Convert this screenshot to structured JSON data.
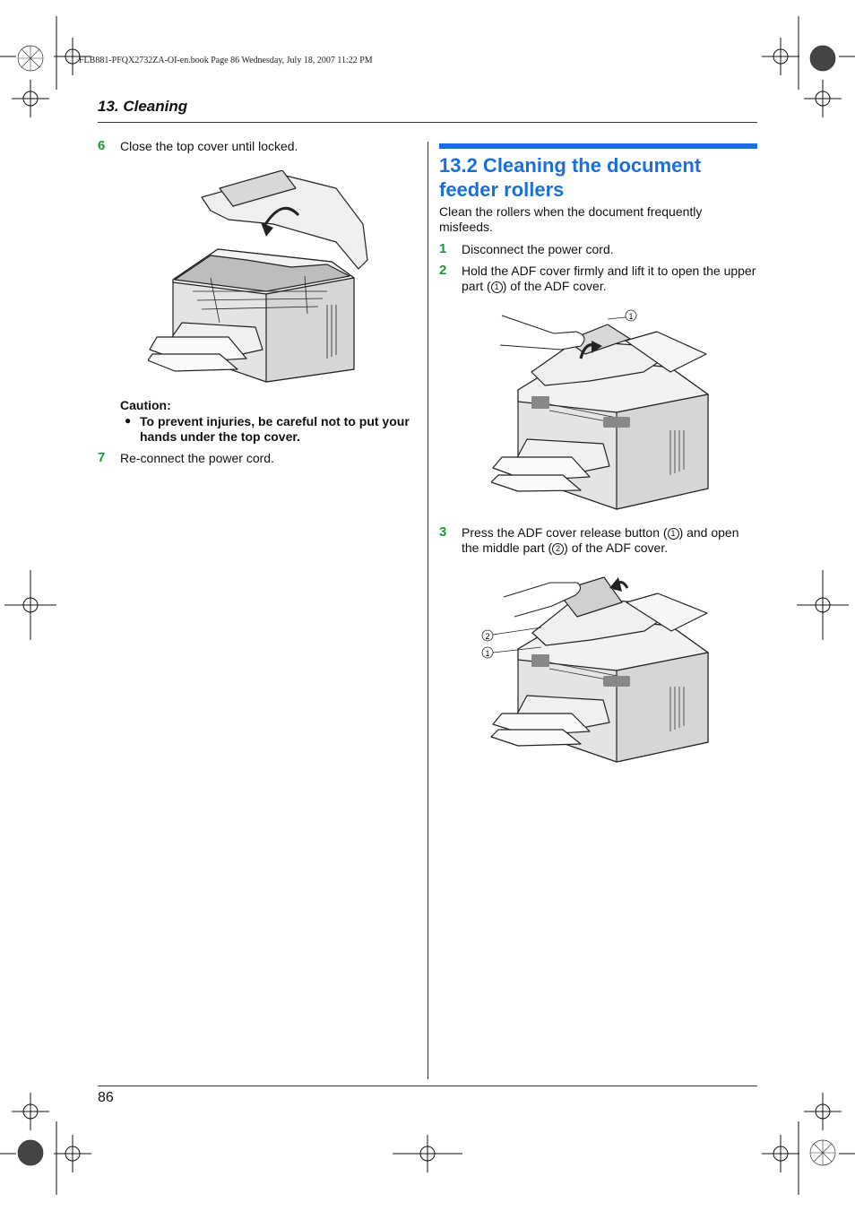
{
  "file_header": "FLB881-PFQX2732ZA-OI-en.book  Page 86  Wednesday, July 18, 2007  11:22 PM",
  "section_title": "13. Cleaning",
  "page_number": "86",
  "left_column": {
    "step6": {
      "number": "6",
      "text": "Close the top cover until locked."
    },
    "caution": {
      "title": "Caution:",
      "bullet": "To prevent injuries, be careful not to put your hands under the top cover."
    },
    "step7": {
      "number": "7",
      "text": "Re-connect the power cord."
    }
  },
  "right_column": {
    "heading": "13.2 Cleaning the document feeder rollers",
    "intro": "Clean the rollers when the document frequently misfeeds.",
    "step1": {
      "number": "1",
      "text": "Disconnect the power cord."
    },
    "step2": {
      "number": "2",
      "text_a": "Hold the ADF cover firmly and lift it to open the upper part (",
      "text_b": ") of the ADF cover."
    },
    "step3": {
      "number": "3",
      "text_a": "Press the ADF cover release button (",
      "text_b": ") and open the middle part (",
      "text_c": ") of the ADF cover."
    },
    "callouts": {
      "one": "1",
      "two": "2"
    }
  }
}
